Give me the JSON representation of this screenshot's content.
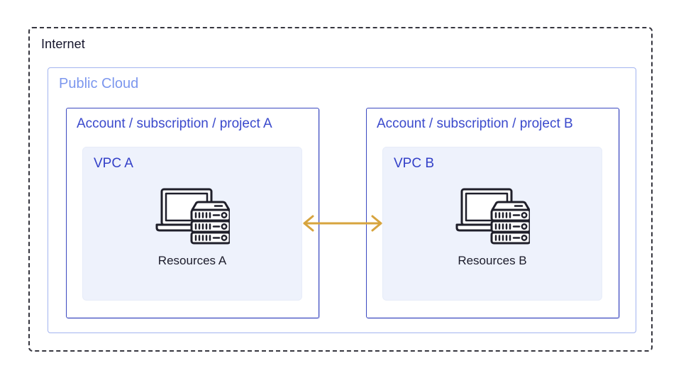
{
  "diagram": {
    "internet": {
      "label": "Internet"
    },
    "public_cloud": {
      "label": "Public Cloud"
    },
    "accounts": [
      {
        "title": "Account / subscription / project A",
        "vpc": {
          "label": "VPC A"
        },
        "resources": {
          "label": "Resources A",
          "icon": "laptop-server-icon"
        }
      },
      {
        "title": "Account / subscription / project B",
        "vpc": {
          "label": "VPC B"
        },
        "resources": {
          "label": "Resources B",
          "icon": "laptop-server-icon"
        }
      }
    ],
    "connection": {
      "icon": "double-headed-arrow-icon",
      "color": "#d7a43e"
    },
    "colors": {
      "internet_border": "#36363f",
      "internet_text": "#14142b",
      "cloud_border": "#a3b4f0",
      "cloud_text": "#7c97ee",
      "account_border": "#3a48c0",
      "account_text": "#3a49cc",
      "vpc_fill": "#eef2fc",
      "vpc_text": "#3340c8",
      "resources_text": "#1b1b2a",
      "icon_stroke": "#1f1f2a",
      "arrow": "#d7a43e"
    }
  }
}
